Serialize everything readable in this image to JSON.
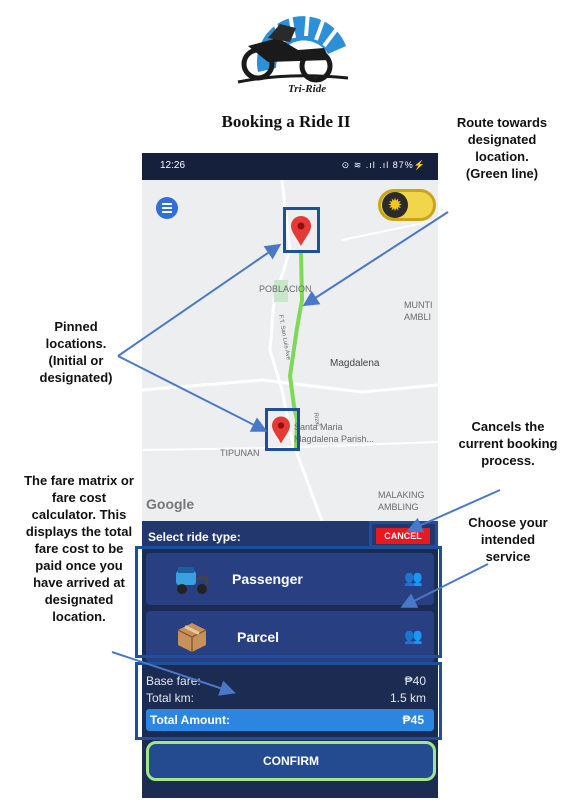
{
  "logo": {
    "text": "Tri-Ride"
  },
  "title": "Booking a Ride II",
  "status_bar": {
    "time": "12:26",
    "battery": "87%"
  },
  "map": {
    "labels": {
      "poblacion": "POBLACION",
      "muntiambling_1": "MUNTI",
      "muntiambling_2": "AMBLI",
      "magdalena": "Magdalena",
      "santa_maria_1": "Santa Maria",
      "santa_maria_2": "Magdalena Parish...",
      "tipunan": "TIPUNAN",
      "malaking_1": "MALAKING",
      "malaking_2": "AMBLING",
      "street": "F.T. San Luis Ave",
      "rizal": "Rizal"
    },
    "attribution": "Google"
  },
  "booking": {
    "select_label": "Select ride type:",
    "cancel_label": "CANCEL",
    "ride_types": [
      {
        "label": "Passenger",
        "icon": "tricycle-icon"
      },
      {
        "label": "Parcel",
        "icon": "parcel-box-icon"
      }
    ],
    "base_fare_label": "Base fare:",
    "base_fare_value": "₱40",
    "total_km_label": "Total km:",
    "total_km_value": "1.5 km",
    "total_amount_label": "Total Amount:",
    "total_amount_value": "₱45",
    "confirm_label": "CONFIRM"
  },
  "annotations": {
    "route": "Route towards designated location. (Green line)",
    "pinned": "Pinned locations. (Initial or designated)",
    "cancel": "Cancels the current booking process.",
    "choose": "Choose your intended service",
    "fare": "The fare matrix or fare cost calculator. This displays the total fare cost to be paid once you have arrived at designated location."
  },
  "colors": {
    "route_line": "#7ed957",
    "accent_blue": "#2c86e0",
    "cancel_red": "#e8181e",
    "annotation_blue": "#1d4f9b"
  }
}
